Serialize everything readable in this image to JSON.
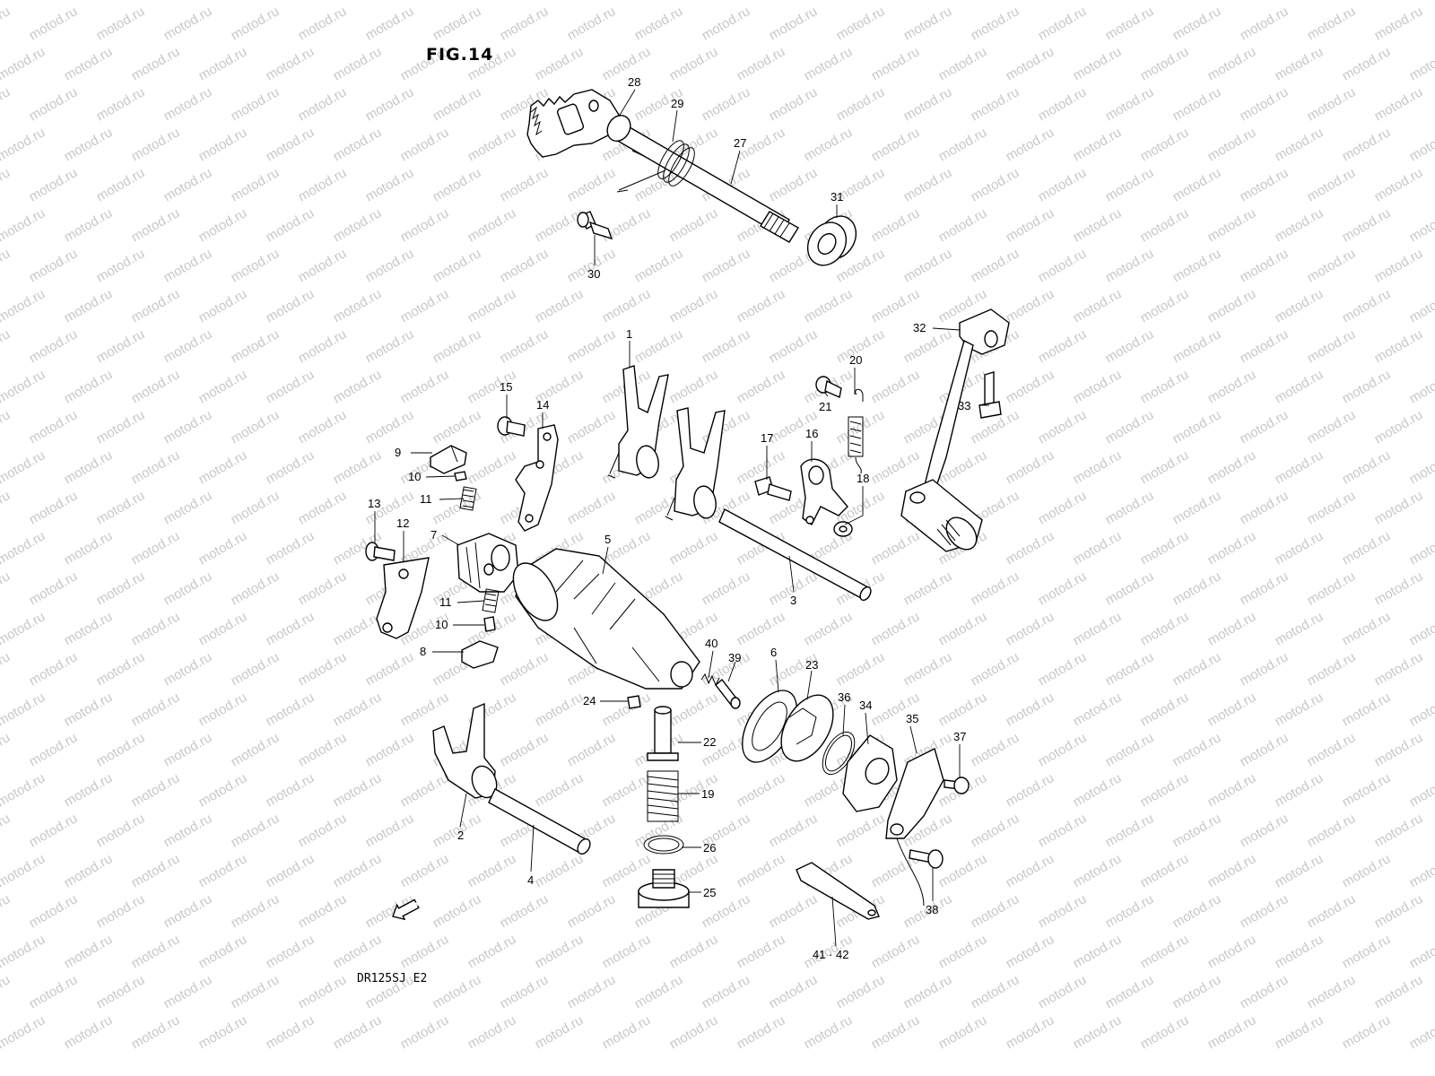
{
  "title": "FIG.14",
  "model": "DR125SJ  E2",
  "fwd_label": "FWD",
  "watermark": "motod.ru",
  "colors": {
    "ink": "#000000",
    "watermark": "#c8c8c8",
    "background": "#ffffff"
  },
  "callouts": [
    {
      "id": "28",
      "label": "28"
    },
    {
      "id": "29",
      "label": "29"
    },
    {
      "id": "27",
      "label": "27"
    },
    {
      "id": "31",
      "label": "31"
    },
    {
      "id": "30",
      "label": "30"
    },
    {
      "id": "32",
      "label": "32"
    },
    {
      "id": "20",
      "label": "20"
    },
    {
      "id": "33",
      "label": "33"
    },
    {
      "id": "21",
      "label": "21"
    },
    {
      "id": "1",
      "label": "1"
    },
    {
      "id": "15",
      "label": "15"
    },
    {
      "id": "14",
      "label": "14"
    },
    {
      "id": "9",
      "label": "9"
    },
    {
      "id": "10a",
      "label": "10"
    },
    {
      "id": "11a",
      "label": "11"
    },
    {
      "id": "13",
      "label": "13"
    },
    {
      "id": "12",
      "label": "12"
    },
    {
      "id": "7",
      "label": "7"
    },
    {
      "id": "17",
      "label": "17"
    },
    {
      "id": "16",
      "label": "16"
    },
    {
      "id": "18",
      "label": "18"
    },
    {
      "id": "5",
      "label": "5"
    },
    {
      "id": "3",
      "label": "3"
    },
    {
      "id": "11b",
      "label": "11"
    },
    {
      "id": "10b",
      "label": "10"
    },
    {
      "id": "8",
      "label": "8"
    },
    {
      "id": "40",
      "label": "40"
    },
    {
      "id": "39",
      "label": "39"
    },
    {
      "id": "6",
      "label": "6"
    },
    {
      "id": "23",
      "label": "23"
    },
    {
      "id": "36",
      "label": "36"
    },
    {
      "id": "34",
      "label": "34"
    },
    {
      "id": "24",
      "label": "24"
    },
    {
      "id": "35",
      "label": "35"
    },
    {
      "id": "37",
      "label": "37"
    },
    {
      "id": "22",
      "label": "22"
    },
    {
      "id": "19",
      "label": "19"
    },
    {
      "id": "2",
      "label": "2"
    },
    {
      "id": "26",
      "label": "26"
    },
    {
      "id": "25",
      "label": "25"
    },
    {
      "id": "4",
      "label": "4"
    },
    {
      "id": "38",
      "label": "38"
    },
    {
      "id": "41-42",
      "label": "41 · 42"
    }
  ]
}
